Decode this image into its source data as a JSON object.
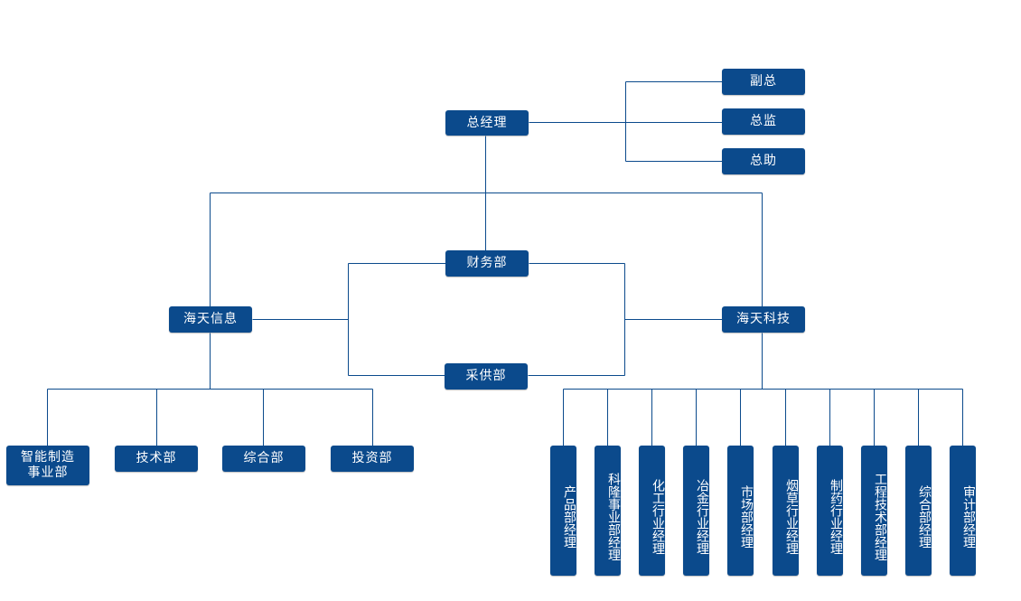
{
  "colors": {
    "box_fill": "#0b4a8c",
    "box_text": "#ffffff",
    "connector": "#0b4a8c",
    "background": "#ffffff"
  },
  "org": {
    "ceo": "总经理",
    "deputy": "副总",
    "director": "总监",
    "assistant": "总助",
    "finance": "财务部",
    "procurement": "采供部",
    "haitian_info": "海天信息",
    "haitian_tech": "海天科技",
    "info_depts": [
      "智能制造事业部",
      "技术部",
      "综合部",
      "投资部"
    ],
    "tech_depts": [
      "产品部经理",
      "科隆事业部经理",
      "化工行业经理",
      "冶金行业经理",
      "市场部经理",
      "烟草行业经理",
      "制药行业经理",
      "工程技术部经理",
      "综合部经理",
      "审计部经理"
    ]
  }
}
